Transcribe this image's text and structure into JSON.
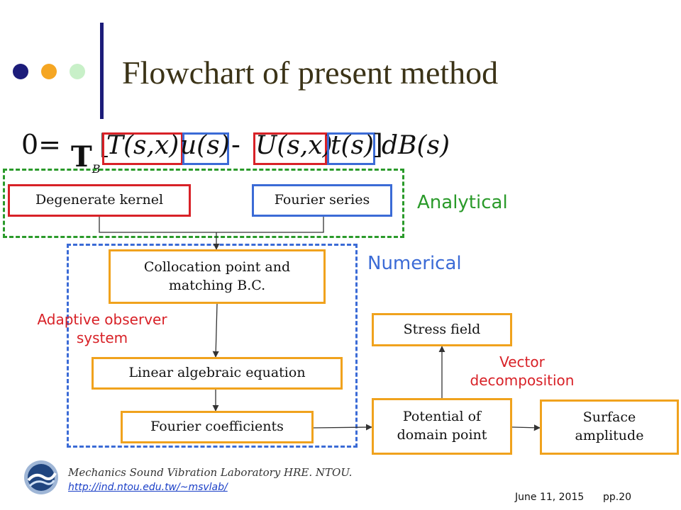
{
  "colors": {
    "dot1": "#1c1c7a",
    "dot2": "#f5a623",
    "dot3": "#c8f0c8",
    "red": "#d82127",
    "blue": "#3b6bd6",
    "orange": "#f0a21d",
    "green": "#2a9a2a",
    "title": "#3b3317"
  },
  "slide": {
    "title": "Flowchart of present method"
  },
  "equation": {
    "lhs": "0=",
    "operator": "T",
    "operator_sub": "B",
    "open_bracket": "[",
    "term1_a": "T(s,x)",
    "term1_b": "u(s)",
    "minus": "-",
    "term2_a": "U(s,x)",
    "term2_b": "t(s)",
    "close_bracket": "]",
    "dB": "dB(s)"
  },
  "regions": {
    "analytical": "Analytical",
    "numerical": "Numerical"
  },
  "boxes": {
    "degenerate_kernel": "Degenerate kernel",
    "fourier_series": "Fourier series",
    "collocation": "Collocation point and matching B.C.",
    "linear_algebraic": "Linear algebraic equation",
    "fourier_coefficients": "Fourier coefficients",
    "stress_field": "Stress field",
    "potential": "Potential of domain point",
    "surface_amplitude": "Surface amplitude"
  },
  "annotations": {
    "adaptive_observer": "Adaptive observer system",
    "vector_decomposition": "Vector decomposition"
  },
  "footer": {
    "lab": "Mechanics Sound Vibration Laboratory HRE. NTOU.",
    "url": "http://ind.ntou.edu.tw/~msvlab/",
    "date": "June 11, 2015",
    "page": "pp.20"
  }
}
